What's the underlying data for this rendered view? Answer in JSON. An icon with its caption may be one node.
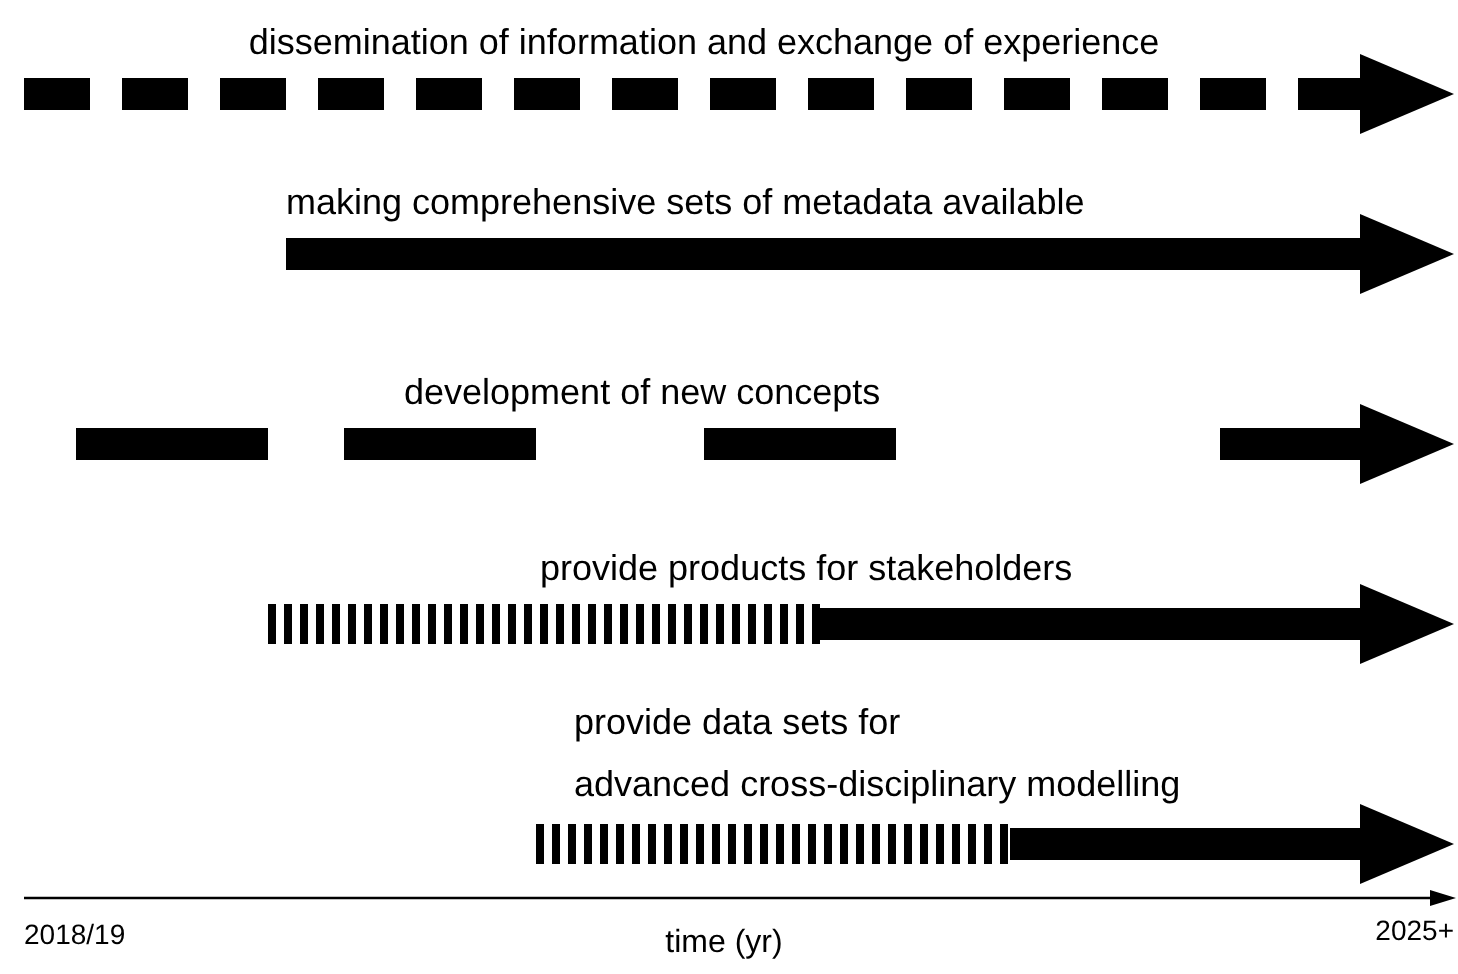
{
  "diagram": {
    "labels": [
      "dissemination of information and exchange of experience",
      "making comprehensive sets of metadata available",
      "development of new concepts",
      "provide products for stakeholders",
      "provide data sets for",
      "advanced cross-disciplinary modelling",
      "2018/19",
      "time (yr)",
      "2025+"
    ]
  }
}
